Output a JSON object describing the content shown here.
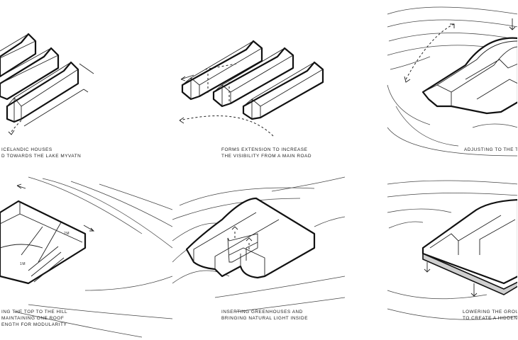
{
  "diagrams": [
    {
      "lines": [
        "ICELANDIC HOUSES",
        "D TOWARDS THE LAKE MYVATN"
      ]
    },
    {
      "lines": [
        "FORMS EXTENSION TO INCREASE",
        "THE VISIBILITY FROM A MAIN ROAD"
      ]
    },
    {
      "lines": [
        "ADJUSTING TO THE TERR"
      ]
    },
    {
      "lines": [
        "ING THE TOP TO THE HILL",
        "MAINTAINING ONE ROOF",
        "ENGTH FOR MODULARITY"
      ]
    },
    {
      "lines": [
        "INSERTING GREENHOUSES  AND",
        "BRINGING NATURAL LIGHT INSIDE"
      ]
    },
    {
      "lines": [
        "LOWERING THE GROUND",
        "TO CREATE A HIDDEN DE"
      ]
    }
  ],
  "labels": {
    "low": "1M",
    "high": "2M"
  }
}
